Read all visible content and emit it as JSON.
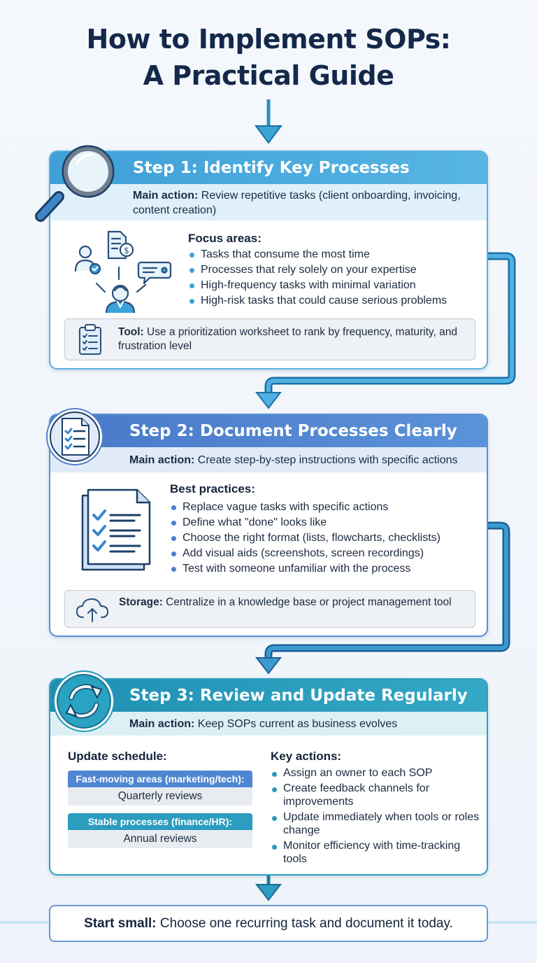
{
  "title": {
    "line1": "How to Implement SOPs:",
    "line2": "A Practical Guide"
  },
  "step1": {
    "heading": "Step 1: Identify Key Processes",
    "main_action_label": "Main action:",
    "main_action_text": " Review repetitive tasks (client onboarding, invoicing, content creation)",
    "focus_title": "Focus areas:",
    "focus_items": [
      "Tasks that consume the most time",
      "Processes that rely solely on your expertise",
      "High-frequency tasks with minimal variation",
      "High-risk tasks that could cause serious problems"
    ],
    "tool_label": "Tool:",
    "tool_text": " Use a prioritization worksheet to rank by frequency, maturity, and frustration level",
    "icons": [
      "magnifier-icon",
      "people-collaboration-icon",
      "clipboard-checklist-icon"
    ]
  },
  "step2": {
    "heading": "Step 2: Document Processes Clearly",
    "main_action_label": "Main action:",
    "main_action_text": " Create step-by-step instructions with specific actions",
    "practices_title": "Best practices:",
    "practices_items": [
      "Replace vague tasks with specific actions",
      "Define what \"done\" looks like",
      "Choose the right format (lists, flowcharts, checklists)",
      "Add visual aids (screenshots, screen recordings)",
      "Test with someone unfamiliar with the process"
    ],
    "storage_label": "Storage:",
    "storage_text": " Centralize in a knowledge base or project management tool",
    "icons": [
      "checklist-document-icon",
      "document-stack-icon",
      "cloud-upload-icon"
    ]
  },
  "step3": {
    "heading": "Step 3: Review and Update Regularly",
    "main_action_label": "Main action:",
    "main_action_text": " Keep SOPs current as business evolves",
    "schedule_title": "Update schedule:",
    "schedule": [
      {
        "label": "Fast-moving areas (marketing/tech):",
        "value": "Quarterly reviews"
      },
      {
        "label": "Stable processes (finance/HR):",
        "value": "Annual reviews"
      }
    ],
    "key_title": "Key actions:",
    "key_items": [
      "Assign an owner to each SOP",
      "Create feedback channels for improvements",
      "Update immediately when tools or roles change",
      "Monitor efficiency with time-tracking tools"
    ],
    "icons": [
      "refresh-cycle-icon"
    ]
  },
  "footer": {
    "label": "Start small:",
    "text": " Choose one recurring task and document it today."
  },
  "colors": {
    "step1": "#4aa8de",
    "step2": "#4f82cf",
    "step3": "#2298b9",
    "connector": "#3f8fc4",
    "title": "#14294a"
  }
}
